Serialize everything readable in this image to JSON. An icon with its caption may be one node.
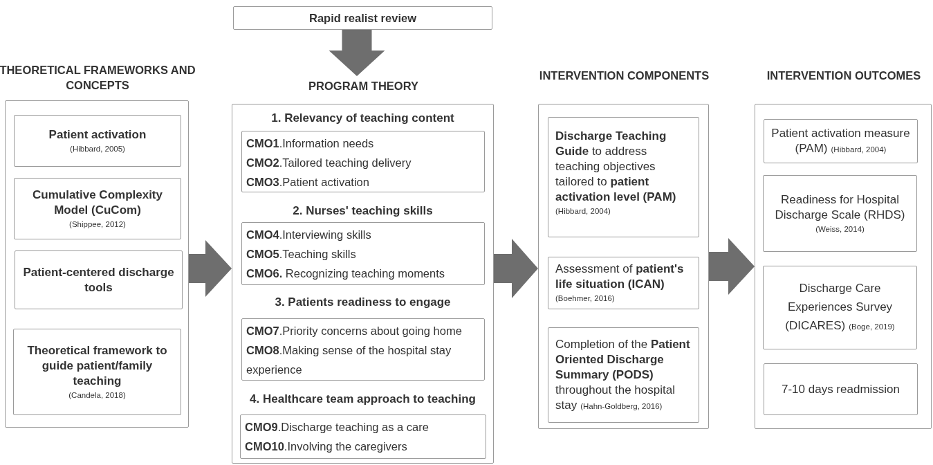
{
  "diagram": {
    "nodes": [
      {
        "text": [
          "Rapid realist review"
        ]
      },
      {
        "text": [
          "THEORETICAL FRAMEWORKS AND CONCEPTS"
        ]
      },
      {
        "text": [
          "Patient activation",
          "(Hibbard, 2005)"
        ],
        "in": 1
      },
      {
        "text": [
          "Cumulative Complexity Model (CuCom)",
          "(Shippee, 2012)"
        ],
        "in": 1
      },
      {
        "text": [
          "Patient-centered discharge tools"
        ],
        "in": 1
      },
      {
        "text": [
          "Theoretical framework to guide patient/family teaching",
          "(Candela, 2018)"
        ],
        "in": 1
      },
      {
        "text": [
          "PROGRAM THEORY",
          "1. Relevancy of teaching content",
          "2. Nurses' teaching skills",
          "3. Patients readiness to engage",
          "4. Healthcare team approach to teaching"
        ]
      },
      {
        "text": [
          "**CMO1**.Information needs",
          "**CMO2**.Tailored teaching delivery",
          "**CMO3**.Patient activation"
        ],
        "in": 6
      },
      {
        "text": [
          "**CMO4**.Interviewing skills",
          "**CMO5**.Teaching skills",
          "**CMO6.** Recognizing teaching moments"
        ],
        "in": 6
      },
      {
        "text": [
          "**CMO7**.Priority concerns about going home",
          "**CMO8**.Making sense of the hospital stay experience"
        ],
        "in": 6
      },
      {
        "text": [
          "**CMO9**.Discharge teaching as a care",
          "**CMO10**.Involving the caregivers"
        ],
        "in": 6
      },
      {
        "text": [
          "INTERVENTION COMPONENTS"
        ]
      },
      {
        "text": [
          "**Discharge Teaching Guide** to address teaching objectives tailored to **patient activation level (PAM)**",
          "(Hibbard, 2004)"
        ],
        "in": 11
      },
      {
        "text": [
          "Assessment of **patient's life situation (ICAN)**",
          "(Boehmer, 2016)"
        ],
        "in": 11
      },
      {
        "text": [
          "Completion of the **Patient Oriented Discharge Summary (PODS)** throughout the hospital stay",
          "(Hahn-Goldberg, 2016)"
        ],
        "in": 11
      },
      {
        "text": [
          "INTERVENTION OUTCOMES"
        ]
      },
      {
        "text": [
          "Patient activation measure (PAM)",
          "(Hibbard, 2004)"
        ],
        "in": 15
      },
      {
        "text": [
          "Readiness for Hospital Discharge Scale (RHDS)",
          "(Weiss, 2014)"
        ],
        "in": 15
      },
      {
        "text": [
          "Discharge Care Experiences Survey (DICARES)",
          "(Boge, 2019)"
        ],
        "in": 15
      },
      {
        "text": [
          "7-10 days readmission"
        ],
        "in": 15
      }
    ],
    "edges": [
      {
        "from": 0,
        "to": 6,
        "arrow": "to"
      },
      {
        "from": 1,
        "to": 6,
        "arrow": "to"
      },
      {
        "from": 6,
        "to": 11,
        "arrow": "to"
      },
      {
        "from": 11,
        "to": 15,
        "arrow": "to"
      }
    ]
  }
}
